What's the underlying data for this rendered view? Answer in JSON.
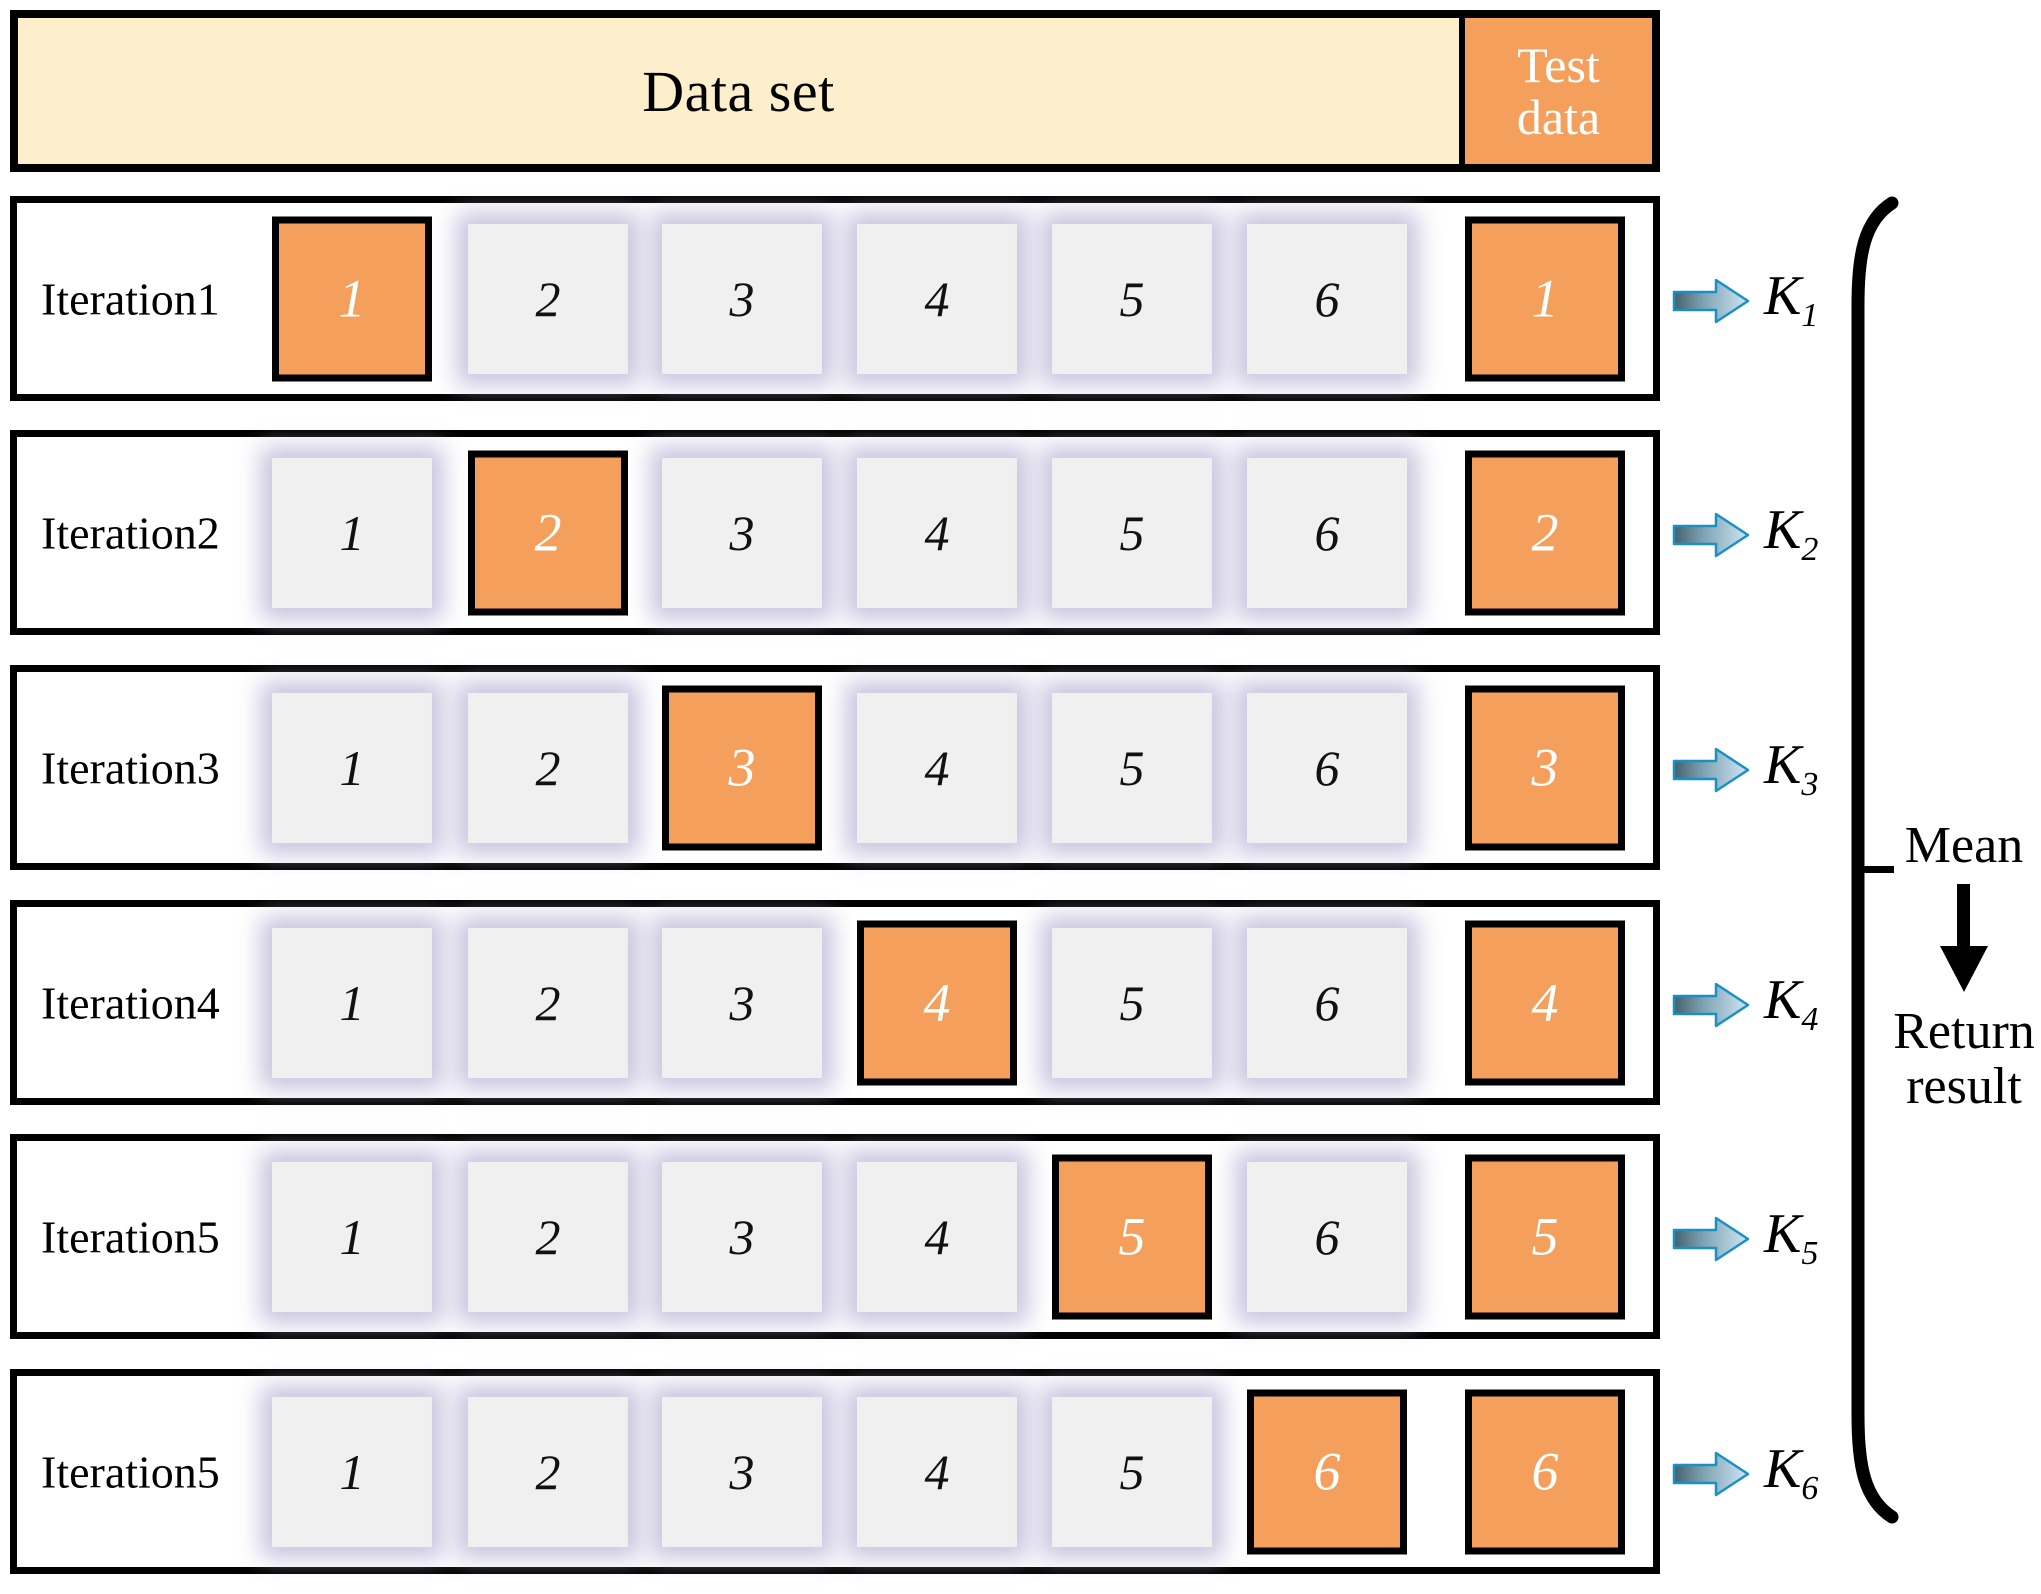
{
  "header": {
    "dataset_label": "Data set",
    "test_data_label_line1": "Test",
    "test_data_label_line2": "data"
  },
  "colors": {
    "highlight_orange": "#F4A05C",
    "header_cream": "#FDEFCC",
    "cell_gray": "#F0F0F0",
    "cell_shadow_lavender": "#BEB8D8",
    "outline_black": "#000000",
    "arrow_blue": "#1C8FC4"
  },
  "chart_data": {
    "type": "table",
    "title": "K-fold cross validation schematic",
    "columns": [
      "1",
      "2",
      "3",
      "4",
      "5",
      "6"
    ],
    "rows": [
      {
        "label": "Iteration1",
        "cells": [
          "1",
          "2",
          "3",
          "4",
          "5",
          "6"
        ],
        "highlight_index": 0,
        "test_data": "1",
        "result": "K",
        "result_sub": "1"
      },
      {
        "label": "Iteration2",
        "cells": [
          "1",
          "2",
          "3",
          "4",
          "5",
          "6"
        ],
        "highlight_index": 1,
        "test_data": "2",
        "result": "K",
        "result_sub": "2"
      },
      {
        "label": "Iteration3",
        "cells": [
          "1",
          "2",
          "3",
          "4",
          "5",
          "6"
        ],
        "highlight_index": 2,
        "test_data": "3",
        "result": "K",
        "result_sub": "3"
      },
      {
        "label": "Iteration4",
        "cells": [
          "1",
          "2",
          "3",
          "4",
          "5",
          "6"
        ],
        "highlight_index": 3,
        "test_data": "4",
        "result": "K",
        "result_sub": "4"
      },
      {
        "label": "Iteration5",
        "cells": [
          "1",
          "2",
          "3",
          "4",
          "5",
          "6"
        ],
        "highlight_index": 4,
        "test_data": "5",
        "result": "K",
        "result_sub": "5"
      },
      {
        "label": "Iteration5",
        "cells": [
          "1",
          "2",
          "3",
          "4",
          "5",
          "6"
        ],
        "highlight_index": 5,
        "test_data": "6",
        "result": "K",
        "result_sub": "6"
      }
    ]
  },
  "aggregate": {
    "mean_label": "Mean",
    "return_line1": "Return",
    "return_line2": "result"
  },
  "icons": {
    "flow_arrow": "right-block-arrow-icon",
    "down_arrow": "down-arrow-icon",
    "brace": "right-curly-brace-icon"
  }
}
